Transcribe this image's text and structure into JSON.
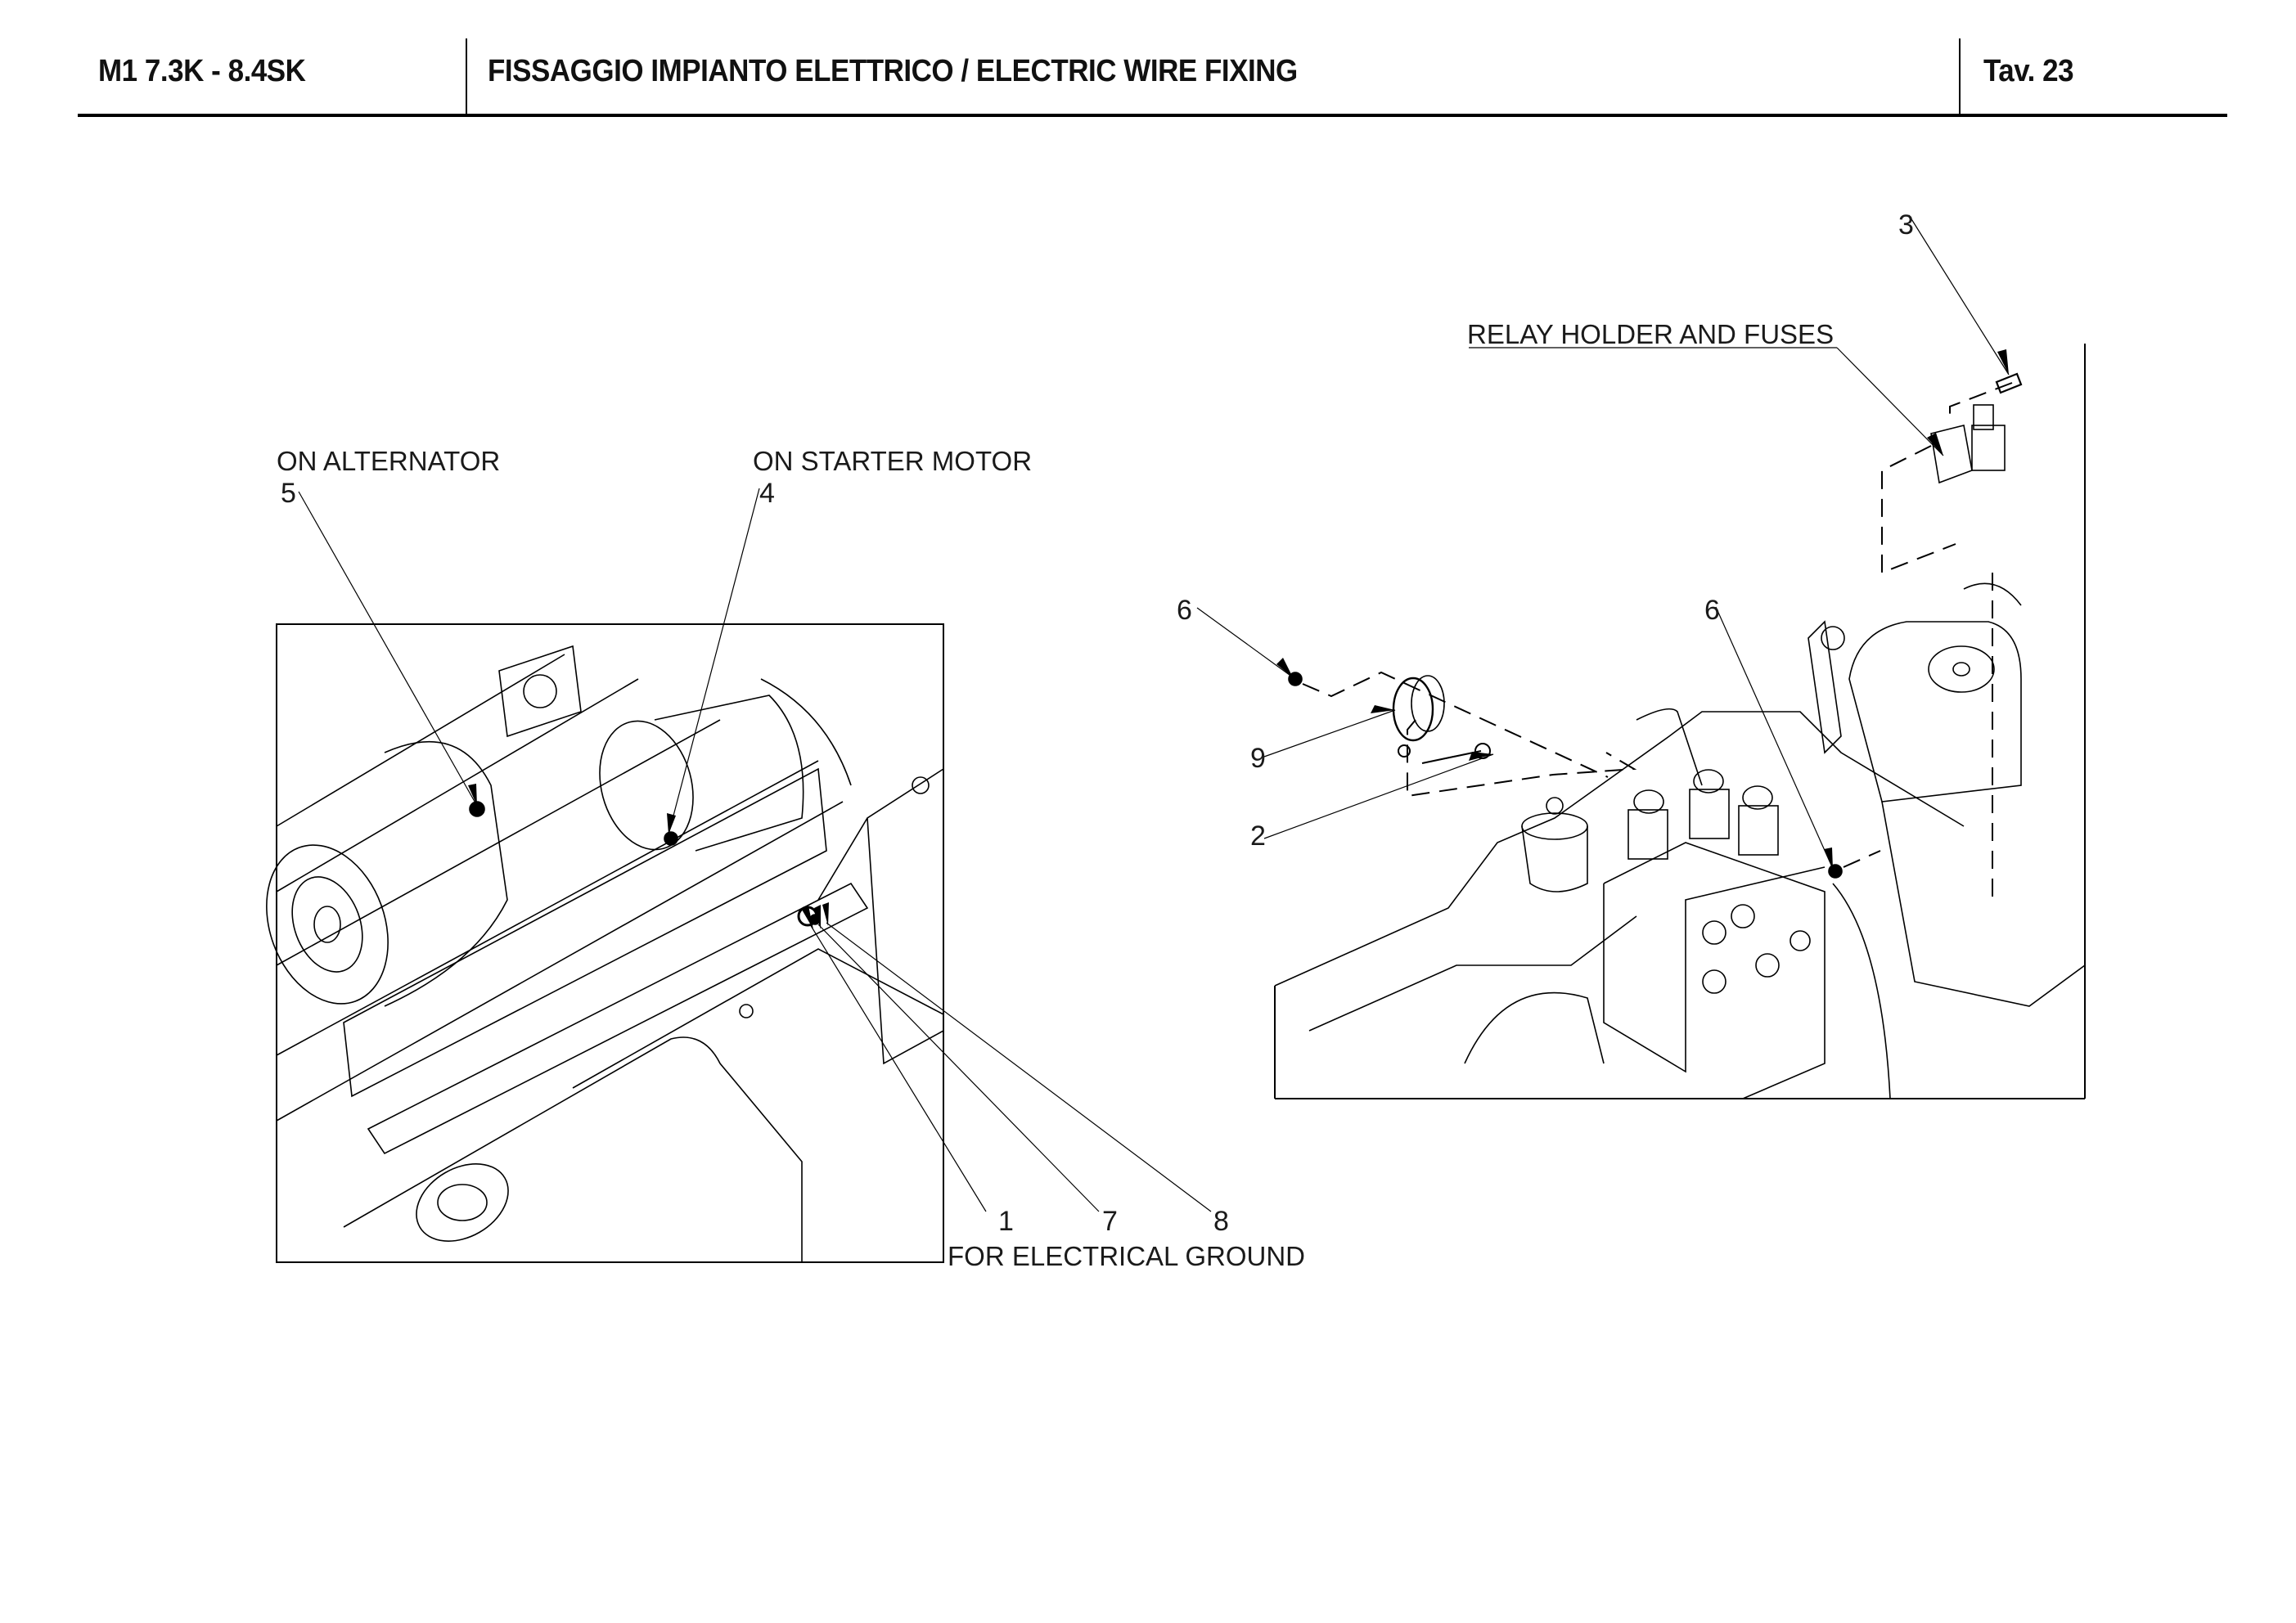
{
  "header": {
    "model": "M1 7.3K - 8.4SK",
    "title": "FISSAGGIO IMPIANTO ELETTRICO / ELECTRIC WIRE FIXING",
    "table": "Tav.  23"
  },
  "left_view": {
    "callouts": [
      {
        "id": "5",
        "label": "ON ALTERNATOR"
      },
      {
        "id": "4",
        "label": "ON STARTER MOTOR"
      }
    ],
    "ground_numbers": [
      "1",
      "7",
      "8"
    ],
    "ground_label": "FOR ELECTRICAL GROUND"
  },
  "right_view": {
    "relay_label": "RELAY HOLDER AND FUSES",
    "callouts": [
      "3",
      "6",
      "9",
      "2",
      "6"
    ]
  }
}
